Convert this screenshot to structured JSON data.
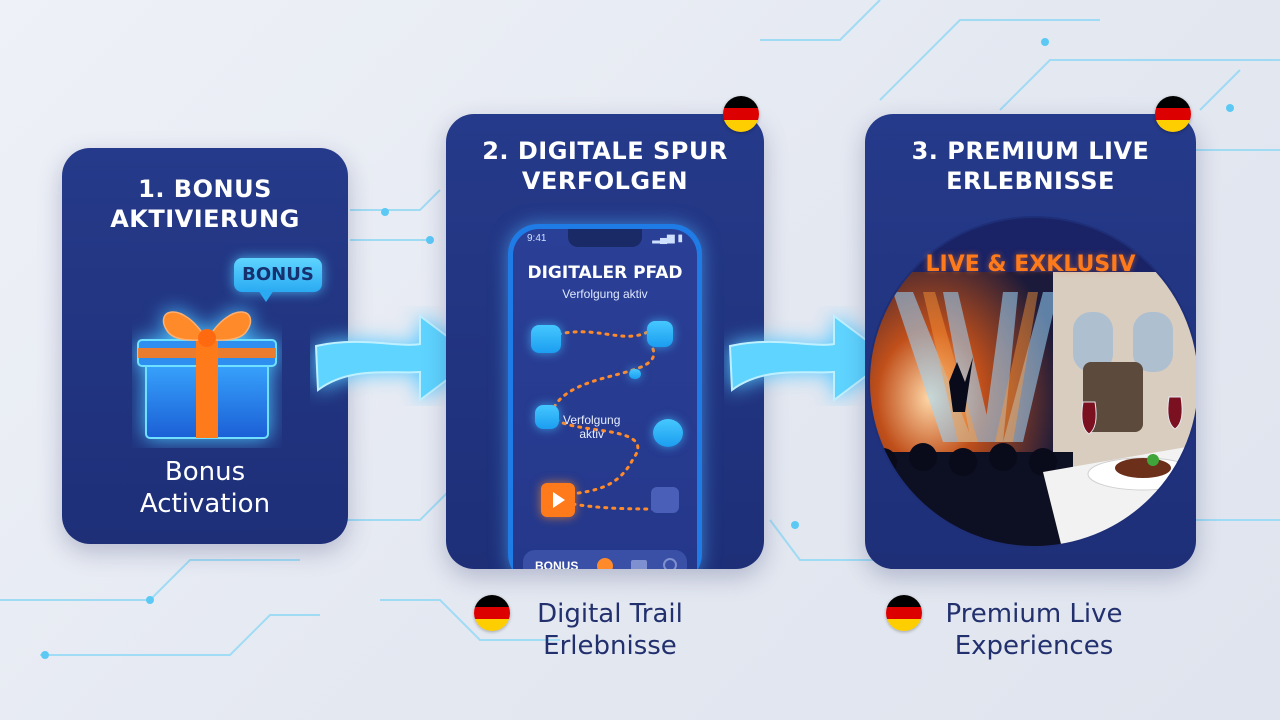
{
  "steps": [
    {
      "title_line1": "1. BONUS",
      "title_line2": "AKTIVIERUNG",
      "badge": "BONUS",
      "caption_line1": "Bonus",
      "caption_line2": "Activation"
    },
    {
      "title_line1": "2. DIGITALE SPUR",
      "title_line2": "VERFOLGEN",
      "phone": {
        "status_time": "9:41",
        "heading": "DIGITALER PFAD",
        "subheading": "Verfolgung aktiv",
        "tracking_line1": "Verfolgung",
        "tracking_line2": "aktiv",
        "tab_label": "BONUS"
      },
      "caption_line1": "Digital Trail",
      "caption_line2": "Erlebnisse"
    },
    {
      "title_line1": "3. PREMIUM LIVE",
      "title_line2": "ERLEBNISSE",
      "banner": "LIVE & EXKLUSIV",
      "caption_line1": "Premium Live",
      "caption_line2": "Experiences"
    }
  ],
  "colors": {
    "card": "#253a8a",
    "accent_cyan": "#45c8ff",
    "accent_orange": "#ff7a1a",
    "caption": "#22306e"
  }
}
